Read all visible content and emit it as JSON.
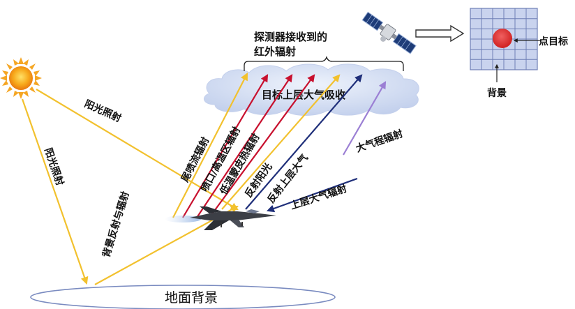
{
  "labels": {
    "detector": [
      "探测器接收到的",
      "红外辐射"
    ],
    "absorption": "目标上层大气吸收",
    "point_target": "点目标",
    "background": "背景",
    "sun_illum_1": "阳光照射",
    "sun_illum_2": "阳光照射",
    "bg_reflect": "背景反射与辐射",
    "plume": "尾喷流辐射",
    "nozzle": "喷口/高温区辐射",
    "skin": "低温蒙皮热辐射",
    "reflect_sun": "反射阳光",
    "reflect_upper": "反射上层大气",
    "path_rad": "大气程辐射",
    "upper_rad": "上层大气辐射",
    "ground": "地面背景"
  },
  "colors": {
    "yellow": "#F2C12E",
    "red": "#C8102E",
    "navy": "#1F2F7A",
    "purple": "#9B7FD4",
    "cloud": "#D6E0F5",
    "grid_fill": "#C9D3EE",
    "grid_line": "#6F7FB5",
    "target_dot": "#E03030"
  },
  "icons": {
    "sun": "sun-icon",
    "satellite": "satellite-icon",
    "aircraft": "fighter-jet-icon"
  }
}
